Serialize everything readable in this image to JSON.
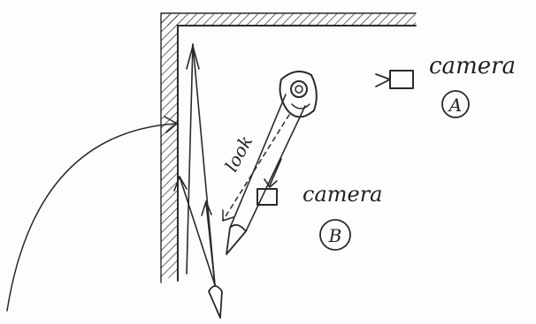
{
  "labels": {
    "camera_a_word": "camera",
    "camera_a_letter": "A",
    "camera_b_word": "camera",
    "camera_b_letter": "B",
    "look": "look"
  },
  "colors": {
    "ink": "#2a2a2a",
    "paper": "#fdfdfb"
  }
}
